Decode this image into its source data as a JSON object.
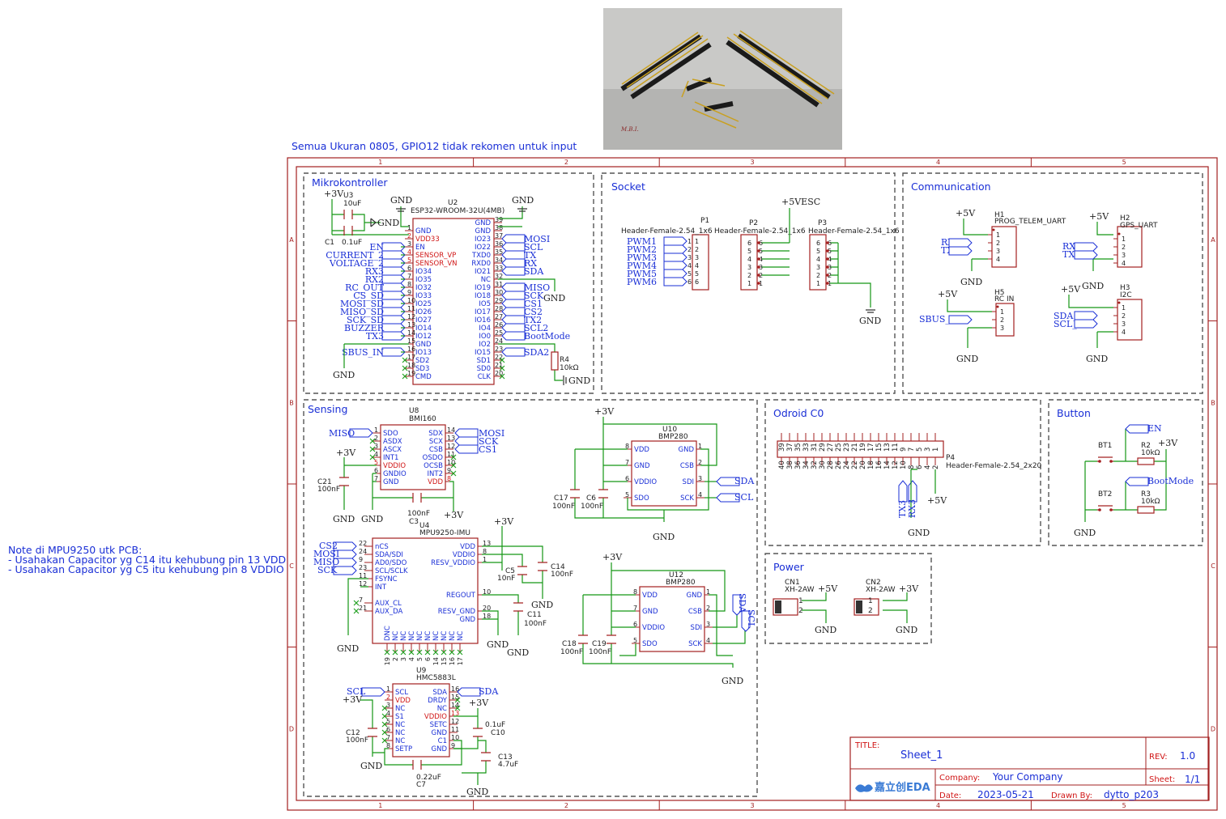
{
  "header_note": "Semua Ukuran 0805, GPIO12 tidak rekomen untuk input",
  "side_note": [
    "Note di MPU9250 utk PCB:",
    "- Usahakan Capacitor yg C14 itu kehubung pin 13 VDD",
    "- Usahakan Capacitor yg C5 itu kehubung pin 8 VDDIO"
  ],
  "photo_caption": "M.B.I.",
  "border": {
    "cols": [
      "1",
      "2",
      "3",
      "4",
      "5"
    ],
    "rows": [
      "A",
      "B",
      "C",
      "D"
    ]
  },
  "sections": {
    "mcu": "Mikrokontroller",
    "socket": "Socket",
    "comm": "Communication",
    "sensing": "Sensing",
    "odroid": "Odroid C0",
    "button": "Button",
    "power": "Power"
  },
  "title_block": {
    "title_label": "TITLE:",
    "title": "Sheet_1",
    "rev_label": "REV:",
    "rev": "1.0",
    "company_label": "Company:",
    "company": "Your Company",
    "sheet_label": "Sheet:",
    "sheet": "1/1",
    "date_label": "Date:",
    "date": "2023-05-21",
    "drawn_label": "Drawn By:",
    "drawn": "dytto_p203",
    "logo": "嘉立创EDA"
  },
  "power_labels": {
    "v33": "+3V",
    "v5": "+5V",
    "gnd": "GND",
    "v5esc": "+5VESC"
  },
  "mcu": {
    "ref": "U2",
    "part": "ESP32-WROOM-32U(4MB)",
    "u3": "U3",
    "u3_val": "10uF",
    "c1": "C1",
    "c1_val": "0.1uF",
    "r4": "R4",
    "r4_val": "10kΩ",
    "left_pins": [
      {
        "n": "1",
        "name": "GND",
        "net": ""
      },
      {
        "n": "2",
        "name": "VDD33",
        "net": ""
      },
      {
        "n": "3",
        "name": "EN",
        "net": "EN"
      },
      {
        "n": "4",
        "name": "SENSOR_VP",
        "net": "CURRENT_2"
      },
      {
        "n": "5",
        "name": "SENSOR_VN",
        "net": "VOLTAGE_2"
      },
      {
        "n": "6",
        "name": "IO34",
        "net": "RX3"
      },
      {
        "n": "7",
        "name": "IO35",
        "net": "RX2"
      },
      {
        "n": "8",
        "name": "IO32",
        "net": "RC_OUT"
      },
      {
        "n": "9",
        "name": "IO33",
        "net": "CS_SD"
      },
      {
        "n": "10",
        "name": "IO25",
        "net": "MOSI_SD"
      },
      {
        "n": "11",
        "name": "IO26",
        "net": "MISO_SD"
      },
      {
        "n": "12",
        "name": "IO27",
        "net": "SCK_SD"
      },
      {
        "n": "13",
        "name": "IO14",
        "net": "BUZZER"
      },
      {
        "n": "14",
        "name": "IO12",
        "net": "TX3"
      },
      {
        "n": "15",
        "name": "GND",
        "net": ""
      },
      {
        "n": "16",
        "name": "IO13",
        "net": "SBUS_IN"
      },
      {
        "n": "17",
        "name": "SD2",
        "net": ""
      },
      {
        "n": "18",
        "name": "SD3",
        "net": ""
      },
      {
        "n": "19",
        "name": "CMD",
        "net": ""
      }
    ],
    "right_pins": [
      {
        "n": "39",
        "name": "GND",
        "net": ""
      },
      {
        "n": "38",
        "name": "GND",
        "net": ""
      },
      {
        "n": "37",
        "name": "IO23",
        "net": "MOSI"
      },
      {
        "n": "36",
        "name": "IO22",
        "net": "SCL"
      },
      {
        "n": "35",
        "name": "TXD0",
        "net": "TX"
      },
      {
        "n": "34",
        "name": "RXD0",
        "net": "RX"
      },
      {
        "n": "33",
        "name": "IO21",
        "net": "SDA"
      },
      {
        "n": "32",
        "name": "NC",
        "net": ""
      },
      {
        "n": "31",
        "name": "IO19",
        "net": "MISO"
      },
      {
        "n": "30",
        "name": "IO18",
        "net": "SCK"
      },
      {
        "n": "29",
        "name": "IO5",
        "net": "CS1"
      },
      {
        "n": "28",
        "name": "IO17",
        "net": "CS2"
      },
      {
        "n": "27",
        "name": "IO16",
        "net": "TX2"
      },
      {
        "n": "26",
        "name": "IO4",
        "net": "SCL2"
      },
      {
        "n": "25",
        "name": "IO0",
        "net": "BootMode"
      },
      {
        "n": "24",
        "name": "IO2",
        "net": ""
      },
      {
        "n": "23",
        "name": "IO15",
        "net": "SDA2"
      },
      {
        "n": "22",
        "name": "SD1",
        "net": ""
      },
      {
        "n": "21",
        "name": "SD0",
        "net": ""
      },
      {
        "n": "20",
        "name": "CLK",
        "net": ""
      }
    ]
  },
  "socket": {
    "p1": "P1",
    "p1_part": "Header-Female-2.54_1x6",
    "p1_nets": [
      "PWM1",
      "PWM2",
      "PWM3",
      "PWM4",
      "PWM5",
      "PWM6"
    ],
    "p2": "P2",
    "p2_part": "Header-Female-2.54_1x6",
    "p3": "P3",
    "p3_part": "Header-Female-2.54_1x6",
    "pins": [
      "1",
      "2",
      "3",
      "4",
      "5",
      "6"
    ]
  },
  "comm": {
    "h1": "H1",
    "h1_part": "PROG_TELEM_UART",
    "h1_nets": [
      "RX",
      "TX"
    ],
    "h2": "H2",
    "h2_part": "GPS_UART",
    "h2_nets": [
      "RX2",
      "TX2"
    ],
    "h5": "H5",
    "h5_part": "RC IN",
    "h5_net": "SBUS_IN",
    "h3": "H3",
    "h3_part": "I2C",
    "h3_nets": [
      "SDA_2",
      "SCL_2"
    ]
  },
  "bmi160": {
    "ref": "U8",
    "part": "BMI160",
    "c21": "C21",
    "c21_val": "100nF",
    "c3": "C3",
    "c3_val": "100nF",
    "left": [
      {
        "n": "1",
        "name": "SDO"
      },
      {
        "n": "2",
        "name": "ASDX"
      },
      {
        "n": "3",
        "name": "ASCX"
      },
      {
        "n": "4",
        "name": "INT1"
      },
      {
        "n": "5",
        "name": "VDDIO"
      },
      {
        "n": "6",
        "name": "GNDIO"
      },
      {
        "n": "7",
        "name": "GND"
      }
    ],
    "right": [
      {
        "n": "14",
        "name": "SDX"
      },
      {
        "n": "13",
        "name": "SCX"
      },
      {
        "n": "12",
        "name": "CSB"
      },
      {
        "n": "11",
        "name": "OSDO"
      },
      {
        "n": "10",
        "name": "OCSB"
      },
      {
        "n": "9",
        "name": "INT2"
      },
      {
        "n": "8",
        "name": "VDD"
      }
    ],
    "nets_left": [
      "MISO"
    ],
    "nets_right": [
      "MOSI",
      "SCK",
      "CS1"
    ]
  },
  "mpu": {
    "ref": "U4",
    "part": "MPU9250-IMU",
    "left": [
      {
        "n": "22",
        "name": "nCS"
      },
      {
        "n": "24",
        "name": "SDA/SDI"
      },
      {
        "n": "9",
        "name": "AD0/SDO"
      },
      {
        "n": "23",
        "name": "SCL/SCLK"
      },
      {
        "n": "11",
        "name": "FSYNC"
      },
      {
        "n": "12",
        "name": "INT"
      },
      {
        "n": "7",
        "name": "AUX_CL"
      },
      {
        "n": "21",
        "name": "AUX_DA"
      }
    ],
    "right": [
      {
        "n": "13",
        "name": "VDD"
      },
      {
        "n": "8",
        "name": "VDDIO"
      },
      {
        "n": "1",
        "name": "RESV_VDDIO"
      },
      {
        "n": "10",
        "name": "REGOUT"
      },
      {
        "n": "20",
        "name": "RESV_GND"
      },
      {
        "n": "18",
        "name": "GND"
      }
    ],
    "bottom": [
      {
        "n": "19",
        "name": "DNC"
      },
      {
        "n": "2",
        "name": "NC"
      },
      {
        "n": "3",
        "name": "NC"
      },
      {
        "n": "4",
        "name": "NC"
      },
      {
        "n": "5",
        "name": "NC"
      },
      {
        "n": "6",
        "name": "NC"
      },
      {
        "n": "14",
        "name": "NC"
      },
      {
        "n": "15",
        "name": "NC"
      },
      {
        "n": "16",
        "name": "NC"
      },
      {
        "n": "17",
        "name": "NC"
      }
    ],
    "nets": [
      "CS2",
      "MOSI",
      "MISO",
      "SCK"
    ],
    "c5": "C5",
    "c5_val": "10nF",
    "c14": "C14",
    "c14_val": "100nF",
    "c11": "C11",
    "c11_val": "100nF"
  },
  "hmc": {
    "ref": "U9",
    "part": "HMC5883L",
    "left": [
      {
        "n": "1",
        "name": "SCL"
      },
      {
        "n": "2",
        "name": "VDD"
      },
      {
        "n": "3",
        "name": "NC"
      },
      {
        "n": "4",
        "name": "S1"
      },
      {
        "n": "5",
        "name": "NC"
      },
      {
        "n": "6",
        "name": "NC"
      },
      {
        "n": "7",
        "name": "NC"
      },
      {
        "n": "8",
        "name": "SETP"
      }
    ],
    "right": [
      {
        "n": "16",
        "name": "SDA"
      },
      {
        "n": "15",
        "name": "DRDY"
      },
      {
        "n": "14",
        "name": "NC"
      },
      {
        "n": "13",
        "name": "VDDIO"
      },
      {
        "n": "12",
        "name": "SETC"
      },
      {
        "n": "11",
        "name": "GND"
      },
      {
        "n": "10",
        "name": "C1"
      },
      {
        "n": "9",
        "name": "GND"
      }
    ],
    "c12": "C12",
    "c12_val": "100nF",
    "c10": "C10",
    "c10_val": "0.1uF",
    "c13": "C13",
    "c13_val": "4.7uF",
    "c7": "C7",
    "c7_val": "0.22uF",
    "nets": [
      "SCL",
      "SDA"
    ]
  },
  "bmp_a": {
    "ref": "U10",
    "part": "BMP280",
    "left": [
      {
        "n": "8",
        "name": "VDD"
      },
      {
        "n": "7",
        "name": "GND"
      },
      {
        "n": "6",
        "name": "VDDIO"
      },
      {
        "n": "5",
        "name": "SDO"
      }
    ],
    "right": [
      {
        "n": "1",
        "name": "GND"
      },
      {
        "n": "2",
        "name": "CSB"
      },
      {
        "n": "3",
        "name": "SDI"
      },
      {
        "n": "4",
        "name": "SCK"
      }
    ],
    "c_a": "C17",
    "c_a_val": "100nF",
    "c_b": "C6",
    "c_b_val": "100nF",
    "nets": [
      "SDA",
      "SCL"
    ]
  },
  "bmp_b": {
    "ref": "U12",
    "part": "BMP280",
    "left": [
      {
        "n": "8",
        "name": "VDD"
      },
      {
        "n": "7",
        "name": "GND"
      },
      {
        "n": "6",
        "name": "VDDIO"
      },
      {
        "n": "5",
        "name": "SDO"
      }
    ],
    "right": [
      {
        "n": "1",
        "name": "GND"
      },
      {
        "n": "2",
        "name": "CSB"
      },
      {
        "n": "3",
        "name": "SDI"
      },
      {
        "n": "4",
        "name": "SCK"
      }
    ],
    "c_a": "C18",
    "c_a_val": "100nF",
    "c_b": "C19",
    "c_b_val": "100nF",
    "nets": [
      "SDA",
      "SCL"
    ]
  },
  "odroid": {
    "ref": "P4",
    "part": "Header-Female-2.54_2x20",
    "top": [
      "39",
      "37",
      "35",
      "33",
      "31",
      "29",
      "27",
      "25",
      "23",
      "21",
      "19",
      "17",
      "15",
      "13",
      "11",
      "9",
      "7",
      "5",
      "3",
      "1"
    ],
    "bottom": [
      "40",
      "38",
      "36",
      "34",
      "32",
      "30",
      "28",
      "26",
      "24",
      "22",
      "20",
      "18",
      "16",
      "14",
      "12",
      "10",
      "8",
      "6",
      "4",
      "2"
    ],
    "nets": [
      "TX3",
      "RX3"
    ]
  },
  "button": {
    "bt1": "BT1",
    "bt2": "BT2",
    "r2": "R2",
    "r2_val": "10kΩ",
    "r3": "R3",
    "r3_val": "10kΩ",
    "nets": [
      "EN",
      "BootMode"
    ]
  },
  "power": {
    "cn1": "CN1",
    "cn1_part": "XH-2AW",
    "cn2": "CN2",
    "cn2_part": "XH-2AW",
    "pins": [
      "1",
      "2"
    ]
  }
}
